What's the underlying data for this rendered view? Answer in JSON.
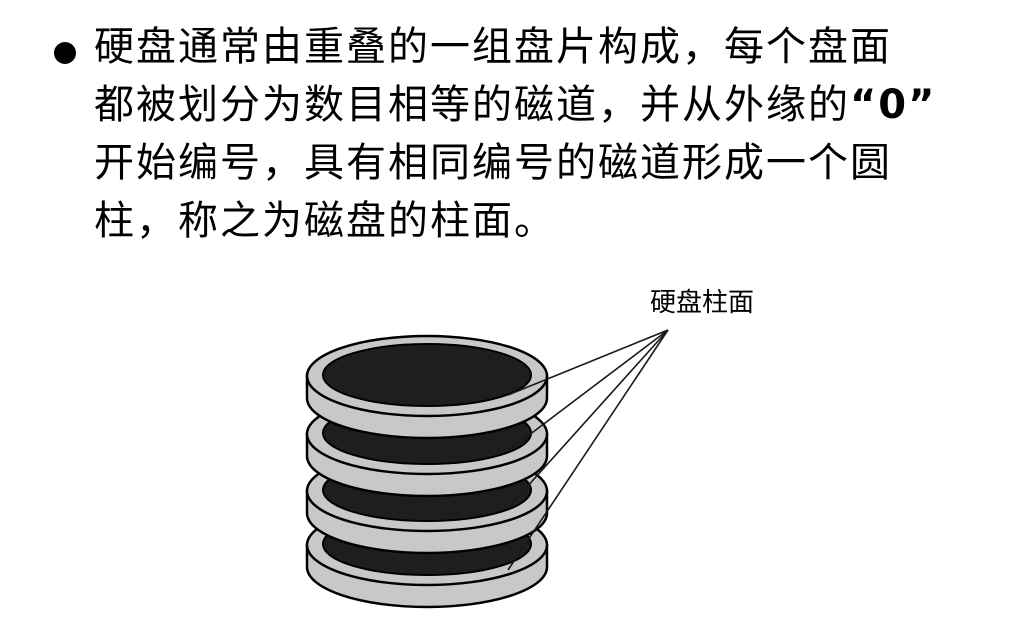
{
  "paragraph": {
    "lines": [
      "硬盘通常由重叠的一组盘片构成，每个盘面",
      "都被划分为数目相等的磁道，并从外缘的",
      "开始编号，具有相同编号的磁道形成一个圆",
      "柱，称之为磁盘的柱面。"
    ],
    "quoted": "“0”"
  },
  "diagram": {
    "caption": "硬盘柱面",
    "platter_count": 4,
    "colors": {
      "platter_edge": "#c8c8c8",
      "platter_top": "#1e1e1e",
      "outline": "#000000"
    }
  }
}
